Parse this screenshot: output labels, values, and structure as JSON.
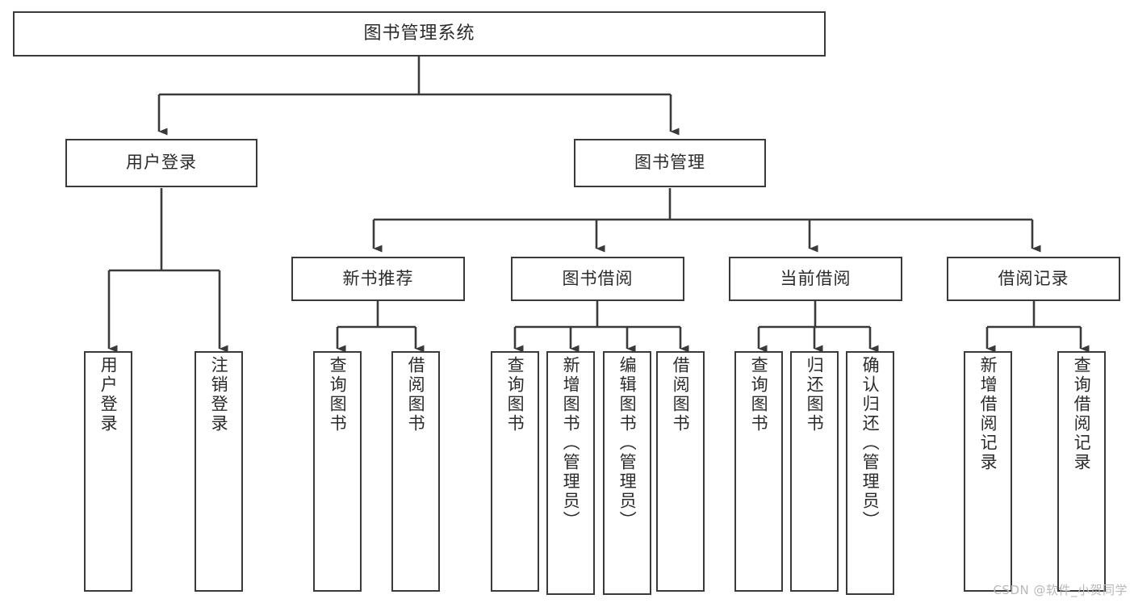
{
  "diagram": {
    "type": "tree-hierarchy-functional-decomposition",
    "title_text": "图书管理系统",
    "watermark": "CSDN @软件_小贺同学",
    "colors": {
      "box_border": "#3a3a3a",
      "box_fill": "#ffffff",
      "connector": "#3a3a3a",
      "text": "#2b2b2b",
      "background": "#ffffff",
      "watermark": "#b9b9b9"
    },
    "nodes": {
      "root": {
        "label": "图书管理系统"
      },
      "level1": [
        {
          "id": "user-login",
          "label": "用户登录"
        },
        {
          "id": "book-management",
          "label": "图书管理"
        }
      ],
      "level2": [
        {
          "id": "new-book-recommend",
          "label": "新书推荐"
        },
        {
          "id": "book-borrow",
          "label": "图书借阅"
        },
        {
          "id": "current-borrow",
          "label": "当前借阅"
        },
        {
          "id": "borrow-record",
          "label": "借阅记录"
        }
      ],
      "leaves": {
        "user_login": [
          {
            "id": "leaf-user-login",
            "label": "用户登录"
          },
          {
            "id": "leaf-logout-login",
            "label": "注销登录"
          }
        ],
        "new_book_recommend": [
          {
            "id": "leaf-query-book-1",
            "label": "查询图书"
          },
          {
            "id": "leaf-borrow-book-1",
            "label": "借阅图书"
          }
        ],
        "book_borrow": [
          {
            "id": "leaf-query-book-2",
            "label": "查询图书"
          },
          {
            "id": "leaf-add-book",
            "label": "新增图书（管理员）"
          },
          {
            "id": "leaf-edit-book",
            "label": "编辑图书（管理员）"
          },
          {
            "id": "leaf-borrow-book-2",
            "label": "借阅图书"
          }
        ],
        "current_borrow": [
          {
            "id": "leaf-query-book-3",
            "label": "查询图书"
          },
          {
            "id": "leaf-return-book",
            "label": "归还图书"
          },
          {
            "id": "leaf-confirm-return",
            "label": "确认归还（管理员）"
          }
        ],
        "borrow_record": [
          {
            "id": "leaf-add-borrow-record",
            "label": "新增借阅记录"
          },
          {
            "id": "leaf-query-borrow-record",
            "label": "查询借阅记录"
          }
        ]
      }
    }
  }
}
